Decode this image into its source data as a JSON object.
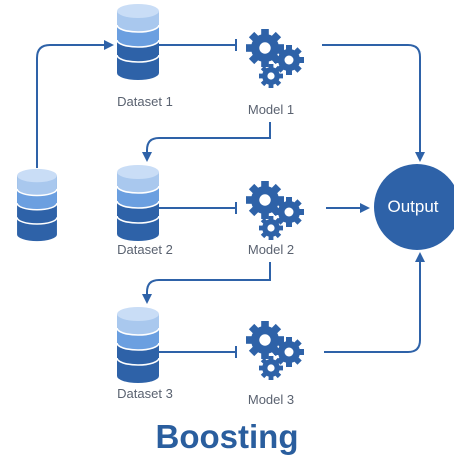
{
  "diagram": {
    "title": "Boosting",
    "output_label": "Output",
    "datasets": [
      {
        "label": "Dataset 1"
      },
      {
        "label": "Dataset 2"
      },
      {
        "label": "Dataset 3"
      }
    ],
    "models": [
      {
        "label": "Model 1"
      },
      {
        "label": "Model 2"
      },
      {
        "label": "Model 3"
      }
    ],
    "source_icon": "database-icon",
    "model_icon": "gears-icon"
  },
  "colors": {
    "primary": "#2e62a8",
    "light": "#a9c8ee",
    "mid": "#6b9fe0",
    "arrow": "#2e62a8",
    "label": "#5a6270"
  }
}
